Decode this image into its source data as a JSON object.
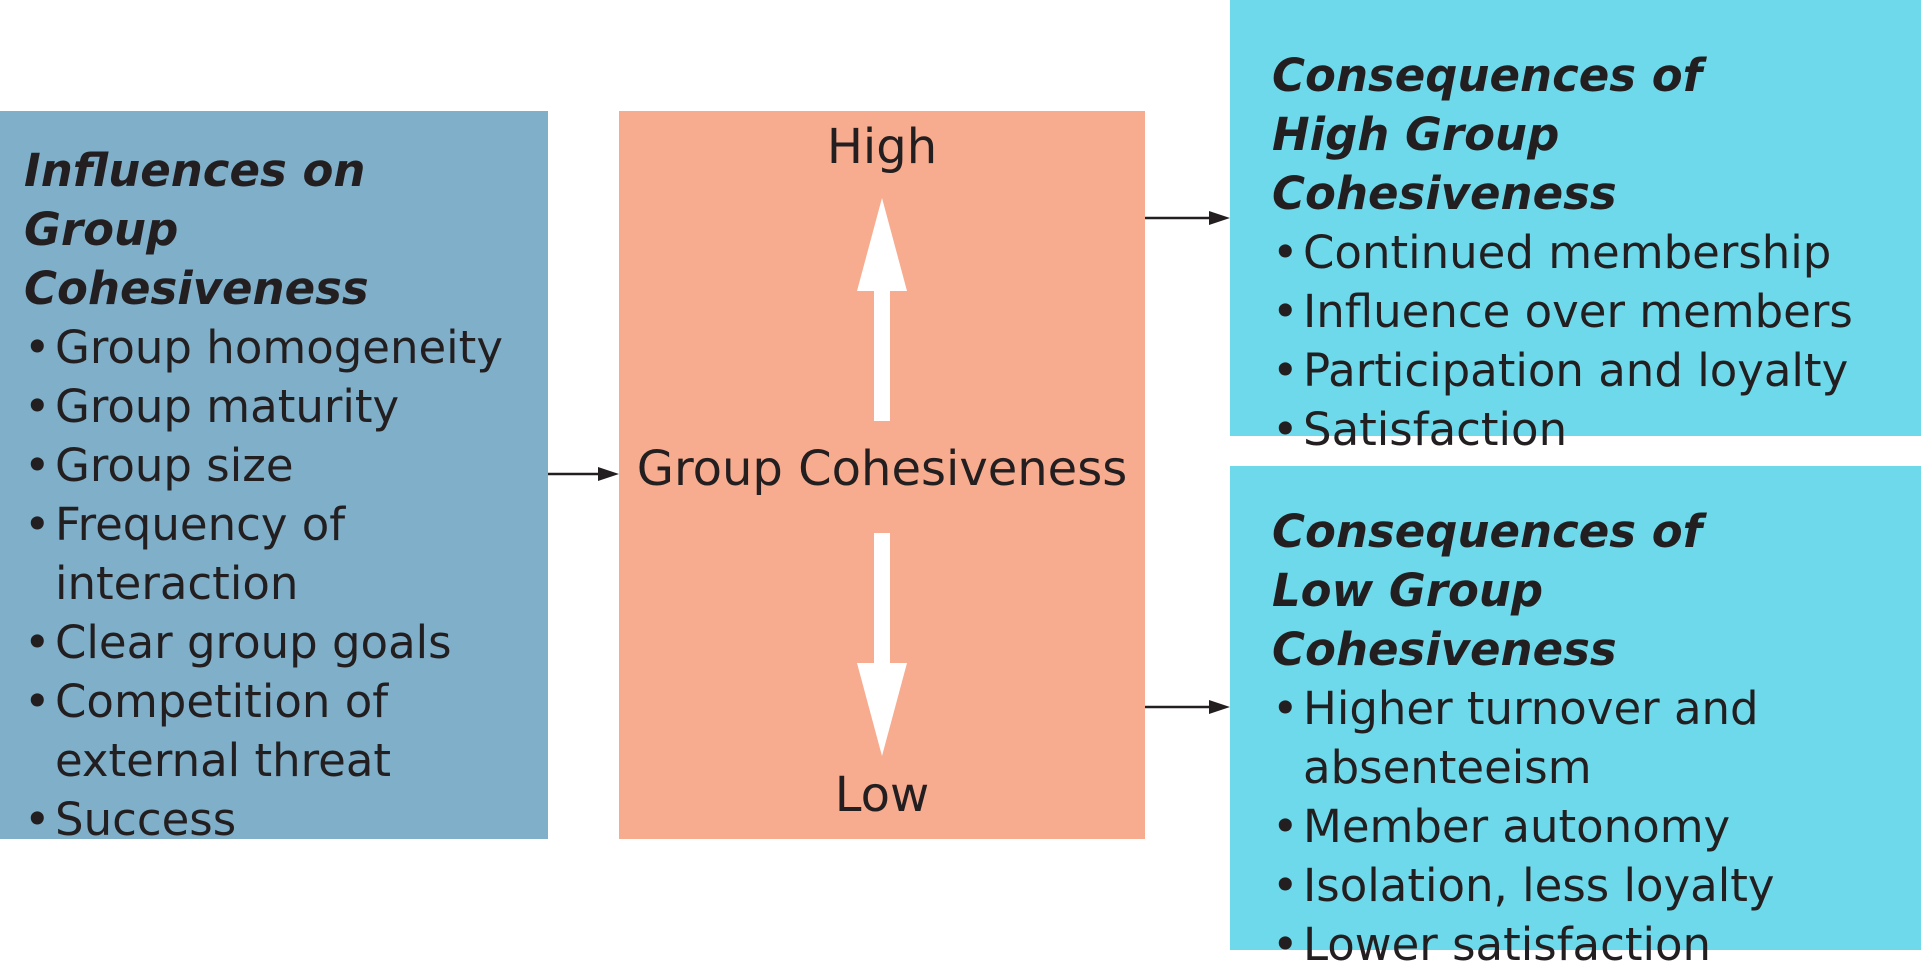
{
  "influences": {
    "title": "Influences on Group Cohesiveness",
    "items": [
      "Group homogeneity",
      "Group maturity",
      "Group size",
      "Frequency of\ninteraction",
      "Clear group goals",
      "Competition of\nexternal threat",
      "Success"
    ]
  },
  "center": {
    "high_label": "High",
    "title": "Group Cohesiveness",
    "low_label": "Low"
  },
  "high_consequences": {
    "title": "Consequences of High Group Cohesiveness",
    "items": [
      "Continued membership",
      "Influence over members",
      "Participation and loyalty",
      "Satisfaction"
    ]
  },
  "low_consequences": {
    "title": "Consequences of Low Group Cohesiveness",
    "items": [
      "Higher turnover and\nabsenteeism",
      "Member autonomy",
      "Isolation, less loyalty",
      "Lower satisfaction"
    ]
  },
  "colors": {
    "influences_box": "#7fafc9",
    "center_box": "#f7ab8f",
    "consequences_box": "#6ed9ea",
    "text": "#231f20",
    "connector_arrow": "#231f20",
    "scale_arrow": "#ffffff"
  }
}
